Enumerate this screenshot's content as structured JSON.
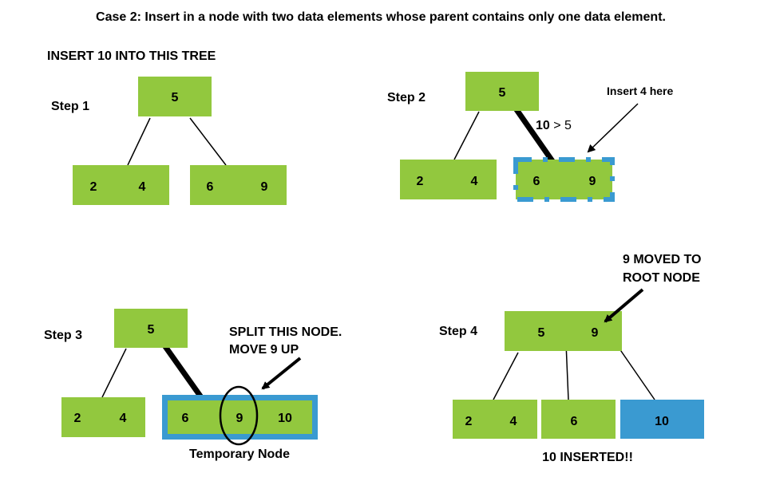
{
  "title": "Case 2: Insert in a node with two data elements whose parent contains only one data element.",
  "instruction": "INSERT  10  INTO  THIS  TREE",
  "colors": {
    "node_green": "#92c83e",
    "node_blue": "#3a9ad1",
    "line": "#000000"
  },
  "step1": {
    "label": "Step 1",
    "root": [
      "5"
    ],
    "left": [
      "2",
      "4"
    ],
    "right": [
      "6",
      "9"
    ]
  },
  "step2": {
    "label": "Step 2",
    "root": [
      "5"
    ],
    "left": [
      "2",
      "4"
    ],
    "right": [
      "6",
      "9"
    ],
    "compare_bold": "10",
    "compare_rest": " >  5",
    "callout": "Insert 4 here"
  },
  "step3": {
    "label": "Step 3",
    "root": [
      "5"
    ],
    "left": [
      "2",
      "4"
    ],
    "temp": [
      "6",
      "9",
      "10"
    ],
    "callout_line1": "SPLIT  THIS  NODE.",
    "callout_line2": "MOVE 9 UP",
    "caption": "Temporary Node"
  },
  "step4": {
    "label": "Step 4",
    "root": [
      "5",
      "9"
    ],
    "left": [
      "2",
      "4"
    ],
    "middle": [
      "6"
    ],
    "right": [
      "10"
    ],
    "callout_line1": "9 MOVED TO",
    "callout_line2": "ROOT NODE",
    "caption": "10  INSERTED!!"
  }
}
